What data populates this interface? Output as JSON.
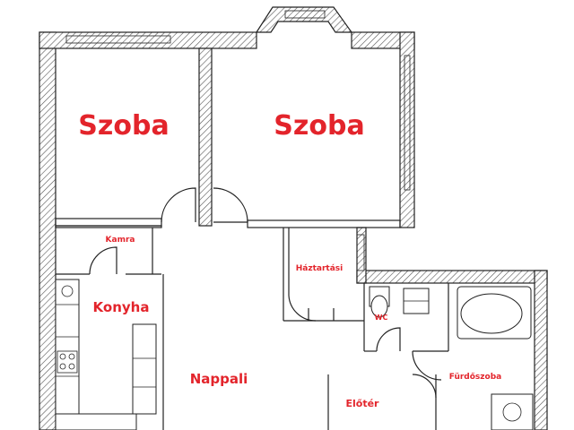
{
  "rooms": {
    "szoba_left": "Szoba",
    "szoba_right": "Szoba",
    "kamra": "Kamra",
    "haztartasi": "Háztartási",
    "konyha": "Konyha",
    "wc": "WC",
    "nappali": "Nappali",
    "furdoszoba": "Fürdőszoba",
    "eloter": "Előtér"
  },
  "colors": {
    "label": "#e3242b",
    "wall_line": "#222222",
    "background": "#ffffff"
  }
}
